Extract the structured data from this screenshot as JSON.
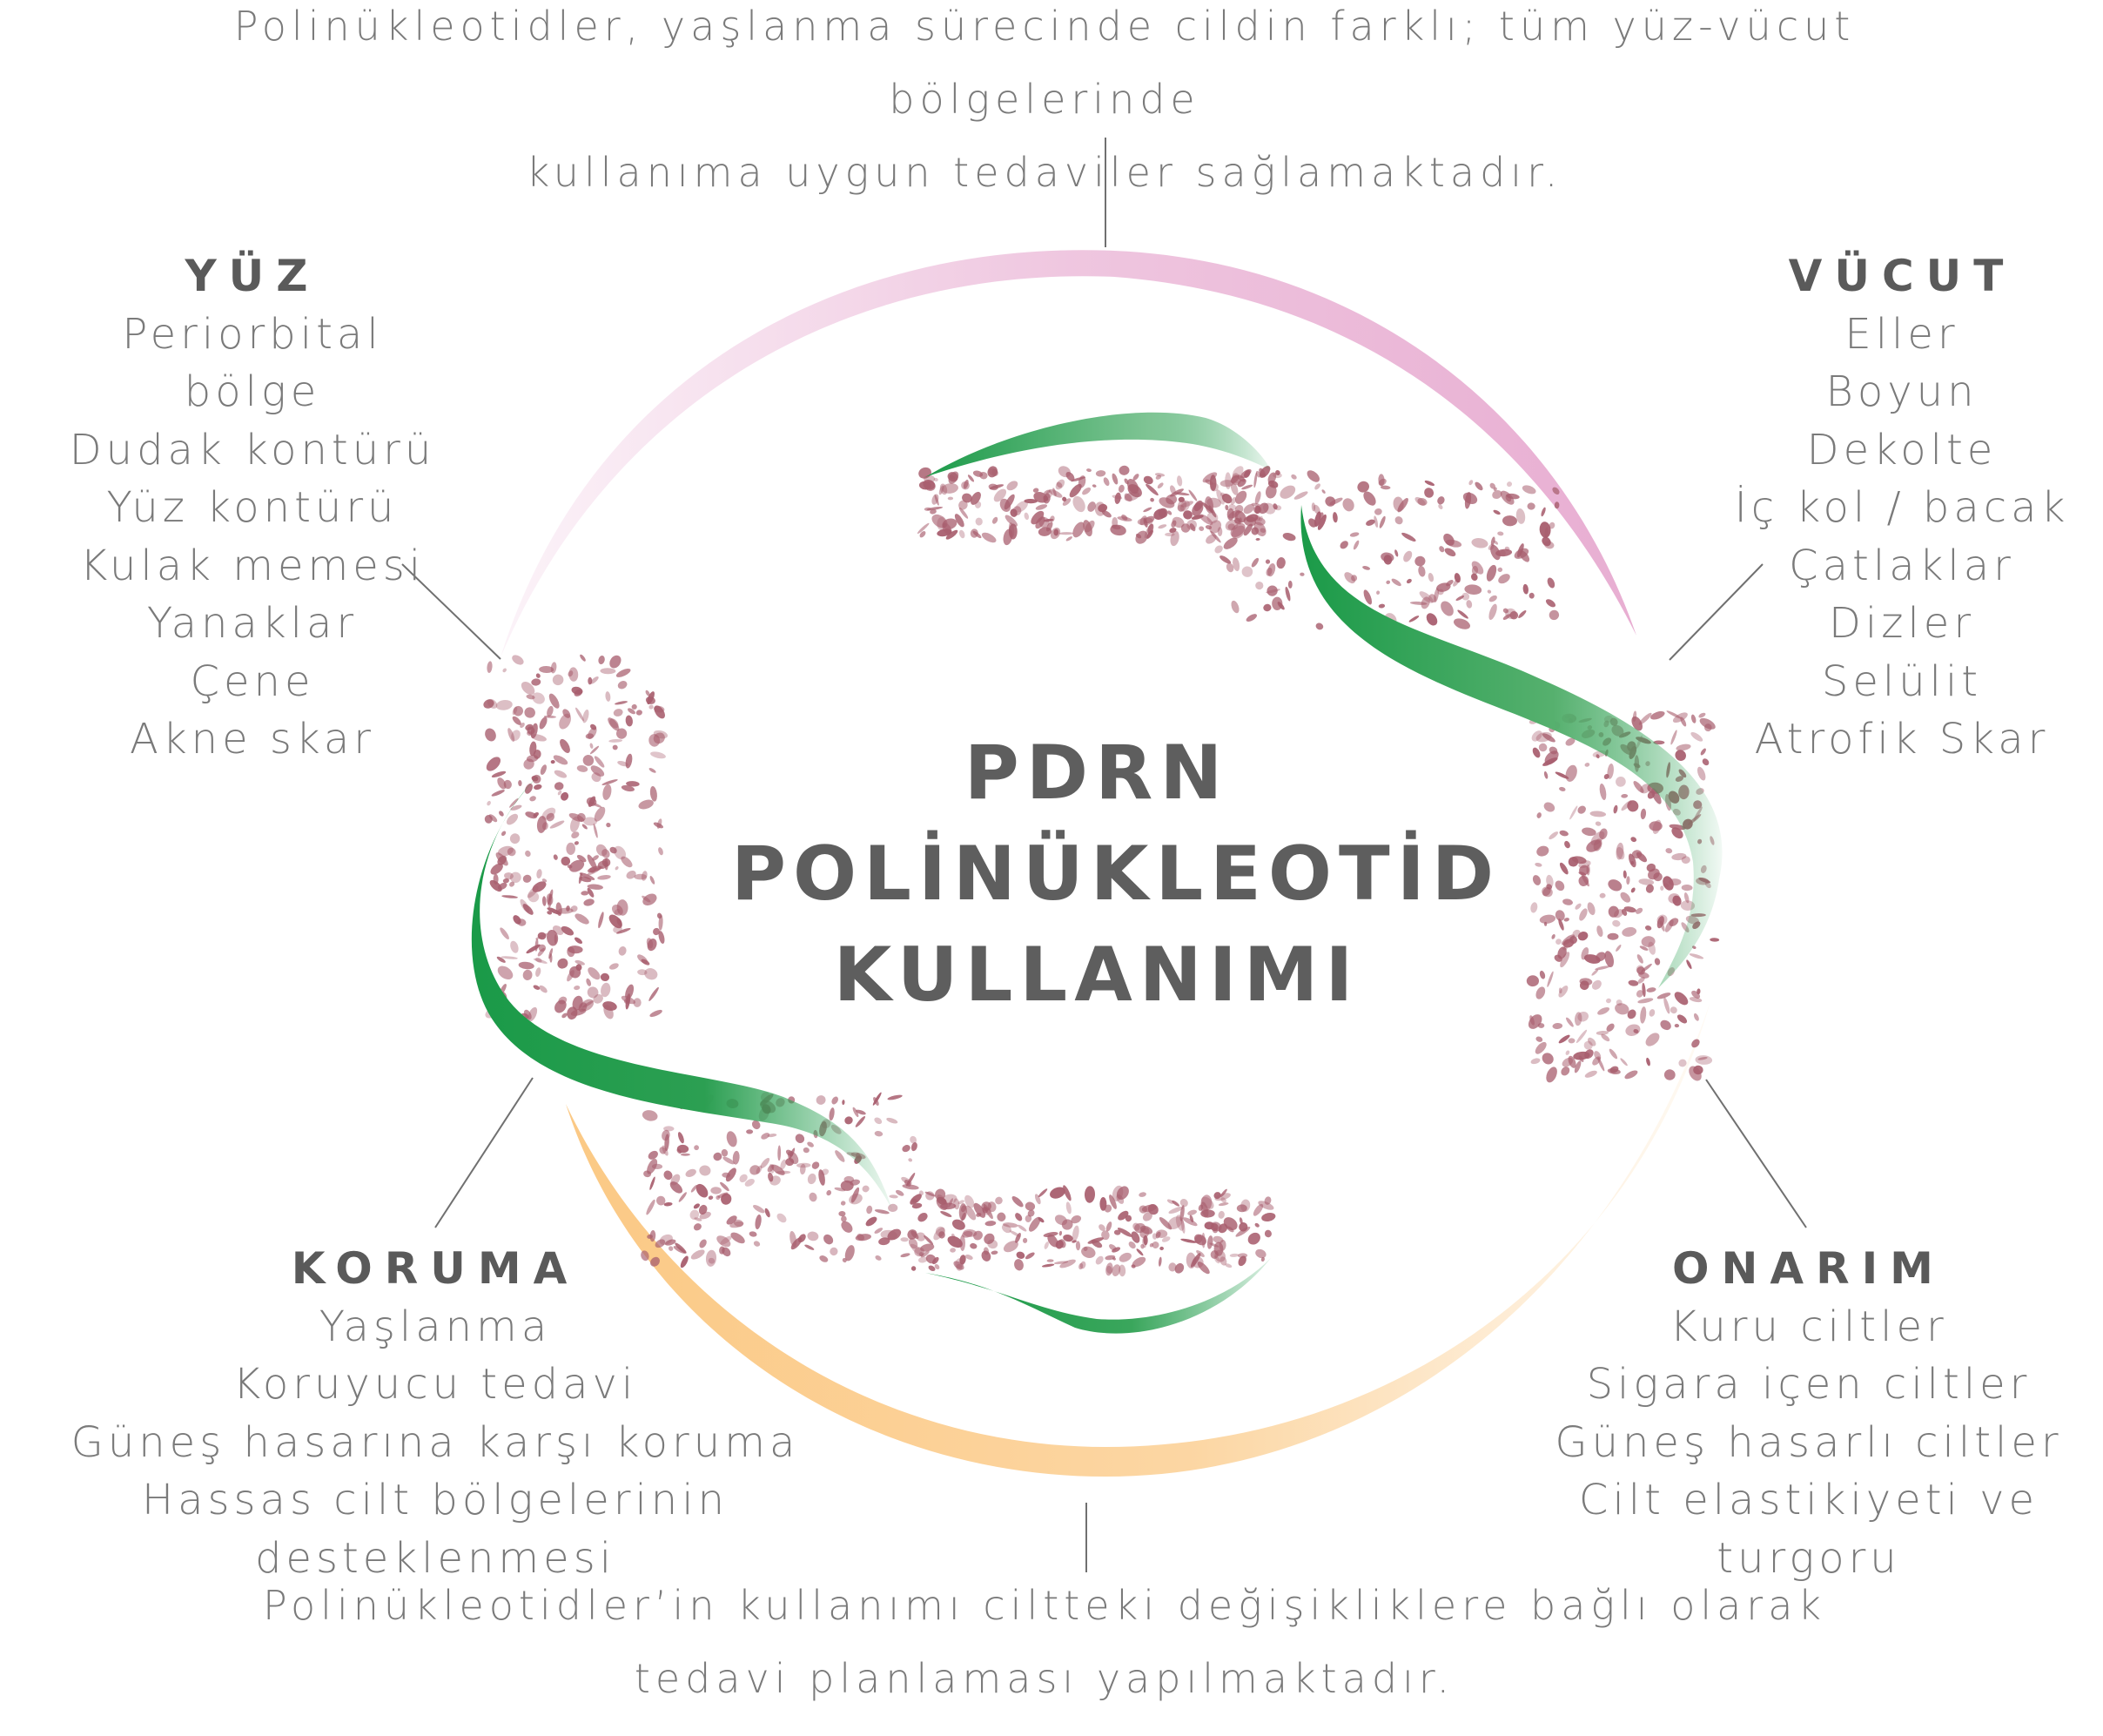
{
  "top_caption": {
    "line1": "Polinükleotidler, yaşlanma sürecinde cildin farklı; tüm yüz-vücut bölgelerinde",
    "line2": "kullanıma uygun tedaviler sağlamaktadır."
  },
  "bottom_caption": {
    "line1": "Polinükleotidler’in kullanımı ciltteki değişikliklere bağlı olarak",
    "line2": "tedavi planlaması yapılmaktadır."
  },
  "center_title": {
    "line1": "PDRN",
    "line2": "POLİNÜKLEOTİD",
    "line3": "KULLANIMI"
  },
  "face": {
    "heading": "YÜZ",
    "items": [
      "Periorbital bölge",
      "Dudak kontürü",
      "Yüz kontürü",
      "Kulak memesi",
      "Yanaklar",
      "Çene",
      "Akne skar"
    ]
  },
  "body": {
    "heading": "VÜCUT",
    "items": [
      "Eller",
      "Boyun",
      "Dekolte",
      "İç kol / bacak",
      "Çatlaklar",
      "Dizler",
      "Selülit",
      "Atrofik Skar"
    ]
  },
  "protection": {
    "heading": "KORUMA",
    "items": [
      "Yaşlanma",
      "Koruyucu tedavi",
      "Güneş hasarına karşı koruma",
      "Hassas cilt bölgelerinin desteklenmesi"
    ]
  },
  "repair": {
    "heading": "ONARIM",
    "items": [
      "Kuru ciltler",
      "Sigara içen ciltler",
      "Güneş hasarlı ciltler",
      "Cilt elastikiyeti ve turgoru"
    ]
  },
  "colors": {
    "pink_arc": "#e8aed2",
    "orange_arc": "#fbc985",
    "green_ribbon": "#1a9a48",
    "dots": "#a85e6e",
    "text": "#6e6e6e"
  }
}
